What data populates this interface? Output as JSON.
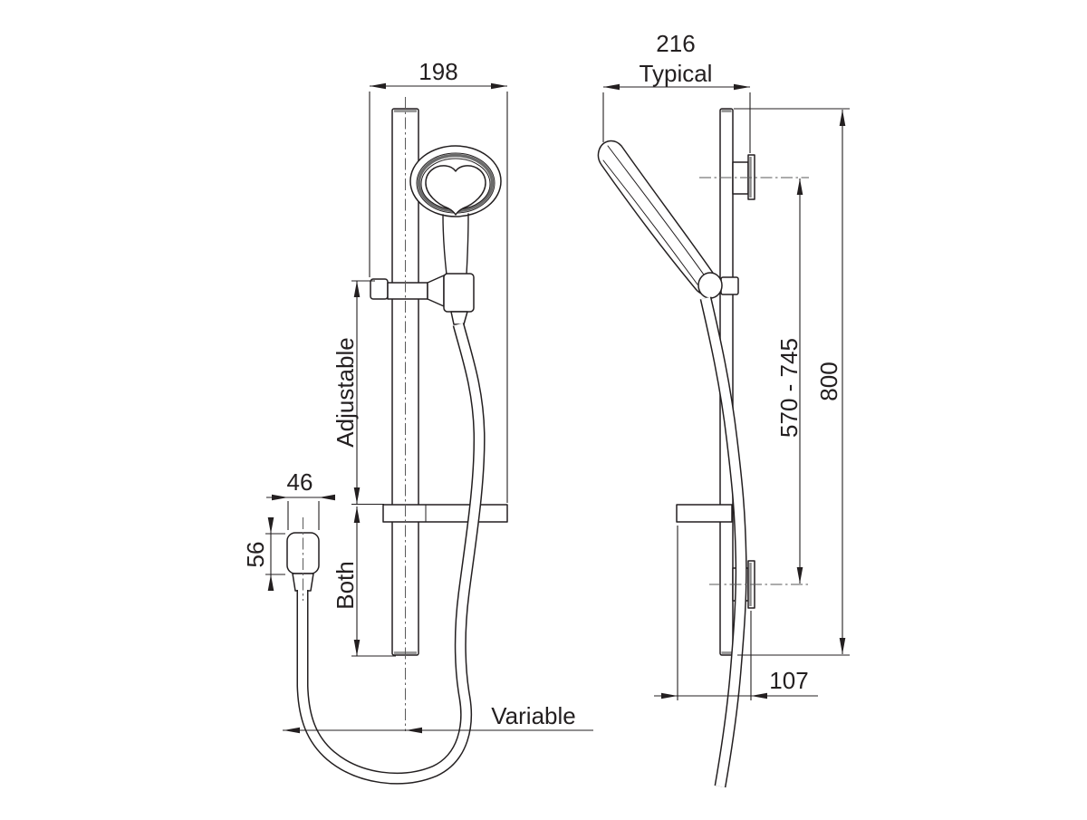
{
  "drawing": {
    "background_color": "#ffffff",
    "line_color": "#231f20",
    "accent_gray": "#9a9a9a",
    "front_view": {
      "width_label": "198",
      "adjustable_label": "Adjustable",
      "both_label": "Both",
      "elbow_width_label": "46",
      "elbow_height_label": "56",
      "variable_label": "Variable"
    },
    "side_view": {
      "depth_label": "216",
      "depth_qualifier": "Typical",
      "bracket_span_label": "570 - 745",
      "rail_height_label": "800",
      "projection_label": "107"
    }
  }
}
